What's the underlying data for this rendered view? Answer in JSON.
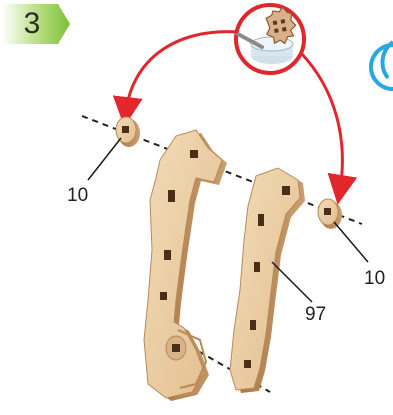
{
  "step": {
    "number": "3",
    "badge_color": "#8dc63f"
  },
  "callouts": [
    {
      "id": "left",
      "text": "10"
    },
    {
      "id": "right",
      "text": "10"
    },
    {
      "id": "piece",
      "text": "97"
    }
  ],
  "colors": {
    "wood": "#e8c9a0",
    "wood_edge": "#b88a5a",
    "arrow": "#e1262c",
    "leader": "#1a1a1a",
    "partial_circle": "#29a8e0"
  }
}
